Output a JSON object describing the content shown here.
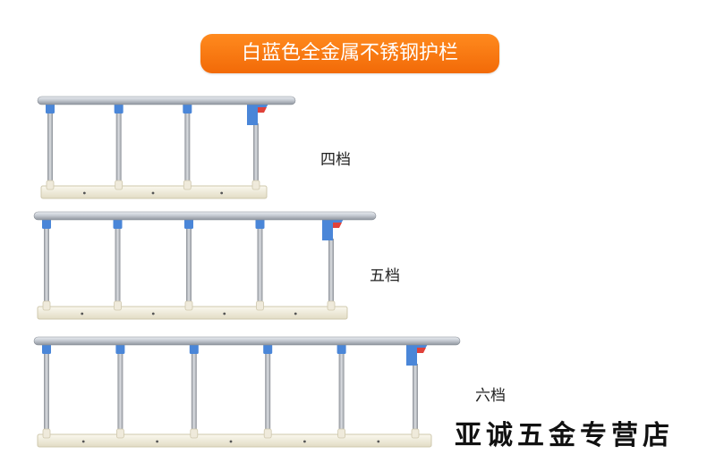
{
  "title": "白蓝色全金属不锈钢护栏",
  "products": [
    {
      "label": "四档",
      "posts": 4
    },
    {
      "label": "五档",
      "posts": 5
    },
    {
      "label": "六档",
      "posts": 6
    }
  ],
  "shop_name": "亚诚五金专营店",
  "colors": {
    "badge": "#f47a12",
    "rail_top": "#c9ced6",
    "post": "#b8bcc2",
    "base": "#f3efdc",
    "bracket": "#4a86d8",
    "latch": "#e0413a"
  }
}
